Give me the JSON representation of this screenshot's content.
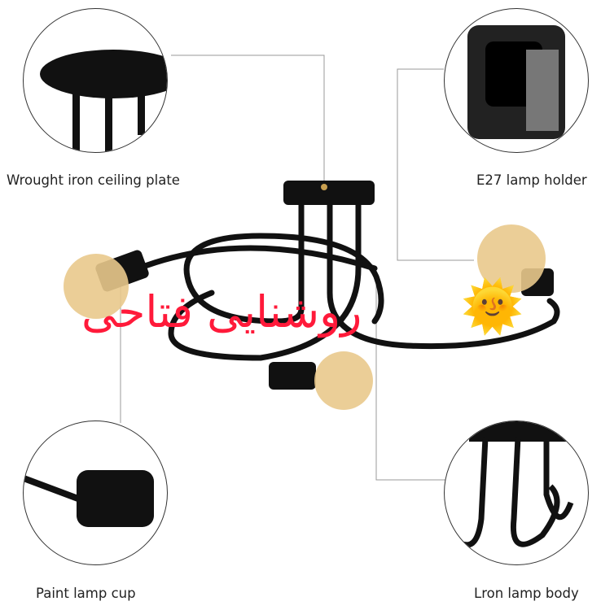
{
  "callouts": {
    "ceiling_plate": "Wrought iron ceiling plate",
    "lamp_holder": "E27 lamp holder",
    "lamp_cup": "Paint lamp cup",
    "lamp_body": "Lron lamp body"
  },
  "watermark": {
    "text": "روشنایی فتاحی",
    "emoji": "🌞"
  },
  "colors": {
    "watermark": "#ff1a3a",
    "metal": "#111111",
    "bulb": "#e9c98c",
    "leader": "#888888"
  }
}
